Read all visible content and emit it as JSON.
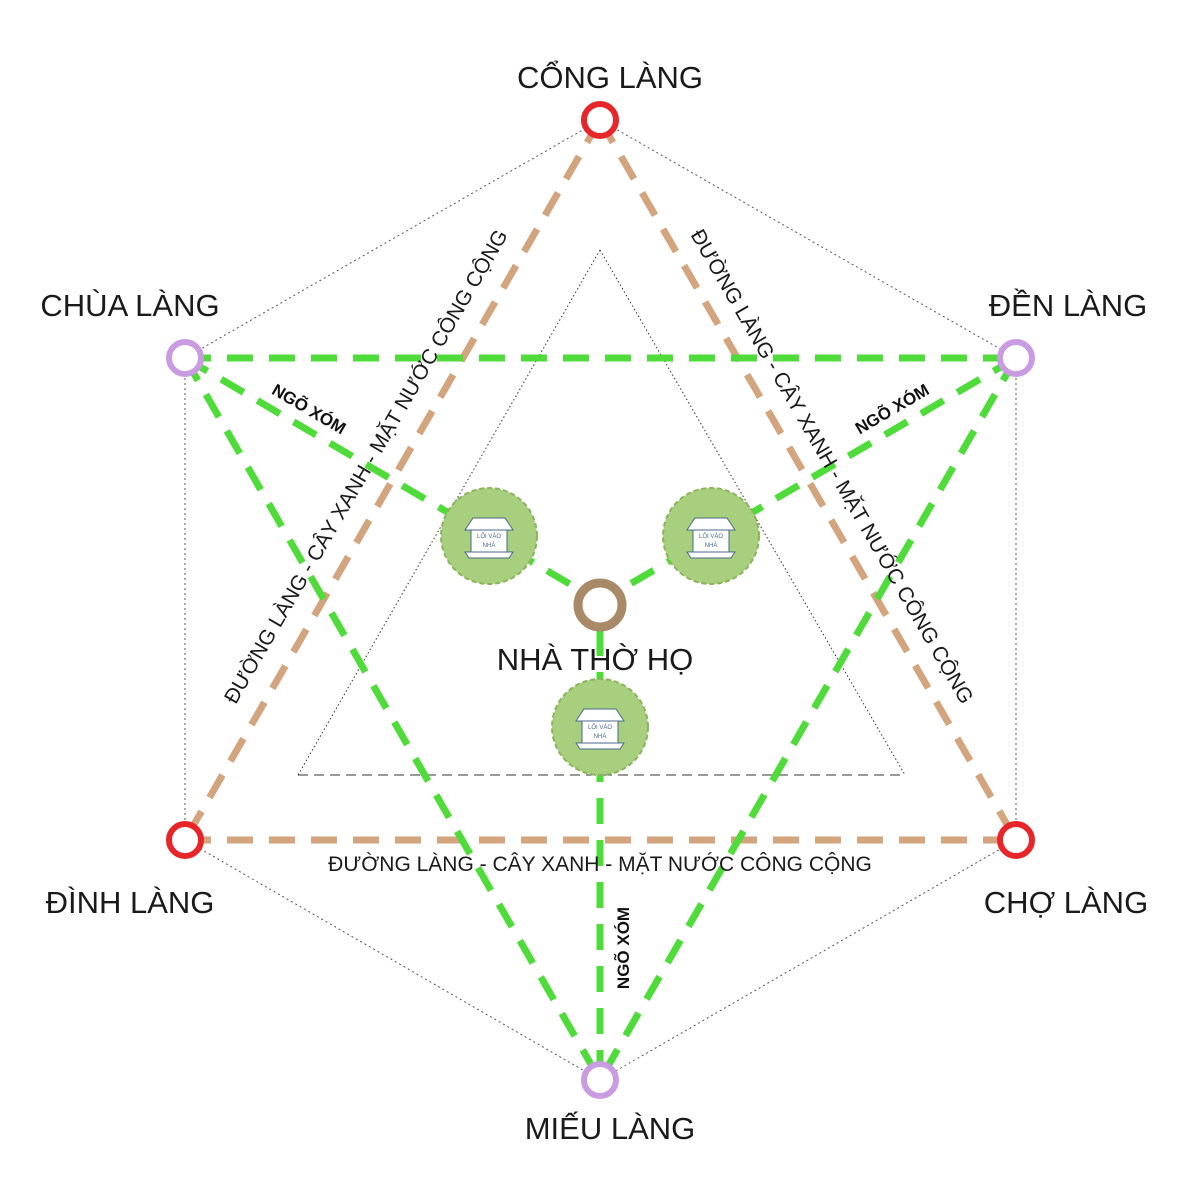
{
  "nodes": {
    "cong_lang": {
      "label": "CỔNG LÀNG",
      "color": "#e8262a"
    },
    "den_lang": {
      "label": "ĐỀN LÀNG",
      "color": "#c99be0"
    },
    "cho_lang": {
      "label": "CHỢ LÀNG",
      "color": "#e8262a"
    },
    "mieu_lang": {
      "label": "MIẾU LÀNG",
      "color": "#c99be0"
    },
    "dinh_lang": {
      "label": "ĐÌNH LÀNG",
      "color": "#e8262a"
    },
    "chua_lang": {
      "label": "CHÙA LÀNG",
      "color": "#c99be0"
    }
  },
  "center": {
    "label": "NHÀ THỜ HỌ",
    "color": "#a98a68"
  },
  "roads": {
    "left": "ĐƯỜNG LÀNG - CÂY XANH - MẶT NƯỚC CÔNG CỘNG",
    "right": "ĐƯỜNG LÀNG - CÂY XANH - MẶT NƯỚC CÔNG CỘNG",
    "bottom": "ĐƯỜNG LÀNG - CÂY XANH - MẶT NƯỚC CÔNG CỘNG",
    "color": "#d2a57e"
  },
  "lanes": {
    "left": "NGÕ XÓM",
    "right": "NGÕ XÓM",
    "bottom": "NGÕ XÓM",
    "color": "#4fdc3a"
  },
  "houses": {
    "fill": "#a8cf7d",
    "items": [
      {
        "line1": "LỐI VÀO",
        "line2": "NHÀ"
      },
      {
        "line1": "LỐI VÀO",
        "line2": "NHÀ"
      },
      {
        "line1": "LỐI VÀO",
        "line2": "NHÀ"
      }
    ]
  }
}
